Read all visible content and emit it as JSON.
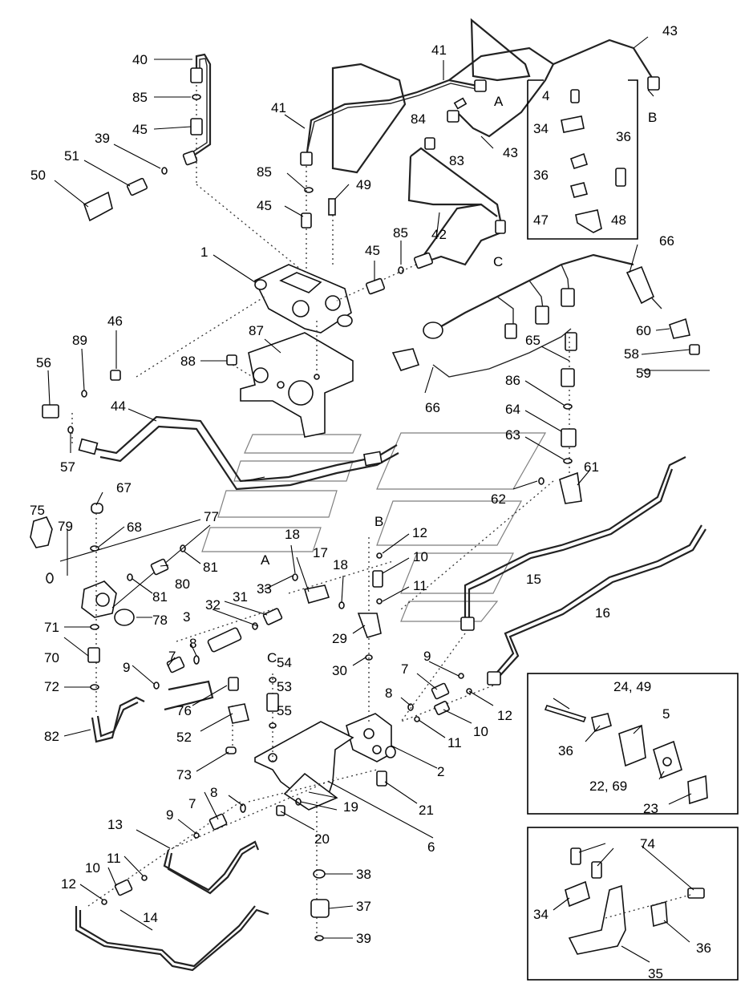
{
  "labels": {
    "p1": "1",
    "p2": "2",
    "p3": "3",
    "p4": "4",
    "p5": "5",
    "p6": "6",
    "p7a": "7",
    "p7b": "7",
    "p7c": "7",
    "p8a": "8",
    "p8b": "8",
    "p8c": "8",
    "p9a": "9",
    "p9b": "9",
    "p9c": "9",
    "p10a": "10",
    "p10b": "10",
    "p10c": "10",
    "p11a": "11",
    "p11b": "11",
    "p11c": "11",
    "p12a": "12",
    "p12b": "12",
    "p12c": "12",
    "p13": "13",
    "p14": "14",
    "p15": "15",
    "p16": "16",
    "p17": "17",
    "p18a": "18",
    "p18b": "18",
    "p19": "19",
    "p20": "20",
    "p21": "21",
    "p22_69": "22, 69",
    "p23": "23",
    "p24_49": "24, 49",
    "p29": "29",
    "p30": "30",
    "p31": "31",
    "p32": "32",
    "p33": "33",
    "p34a": "34",
    "p34b": "34",
    "p35": "35",
    "p36a": "36",
    "p36b": "36",
    "p36c": "36",
    "p36d": "36",
    "p37": "37",
    "p38": "38",
    "p39a": "39",
    "p39b": "39",
    "p40": "40",
    "p41a": "41",
    "p41b": "41",
    "p42": "42",
    "p43a": "43",
    "p43b": "43",
    "p44": "44",
    "p45a": "45",
    "p45b": "45",
    "p45c": "45",
    "p46": "46",
    "p47": "47",
    "p48": "48",
    "p49": "49",
    "p50": "50",
    "p51": "51",
    "p52": "52",
    "p53": "53",
    "p54": "54",
    "p55": "55",
    "p56": "56",
    "p57": "57",
    "p58": "58",
    "p59": "59",
    "p60": "60",
    "p61": "61",
    "p62": "62",
    "p63": "63",
    "p64": "64",
    "p65": "65",
    "p66a": "66",
    "p66b": "66",
    "p67": "67",
    "p68": "68",
    "p70": "70",
    "p71": "71",
    "p72": "72",
    "p73": "73",
    "p74": "74",
    "p75": "75",
    "p76": "76",
    "p77": "77",
    "p78": "78",
    "p79": "79",
    "p80": "80",
    "p81a": "81",
    "p81b": "81",
    "p82": "82",
    "p83": "83",
    "p84": "84",
    "p85a": "85",
    "p85b": "85",
    "p85c": "85",
    "p86": "86",
    "p87": "87",
    "p88": "88",
    "p89": "89",
    "refA1": "A",
    "refA2": "A",
    "refB1": "B",
    "refB2": "B",
    "refC1": "C",
    "refC2": "C"
  },
  "icons": {
    "watermark": "logo-watermark-icon"
  }
}
